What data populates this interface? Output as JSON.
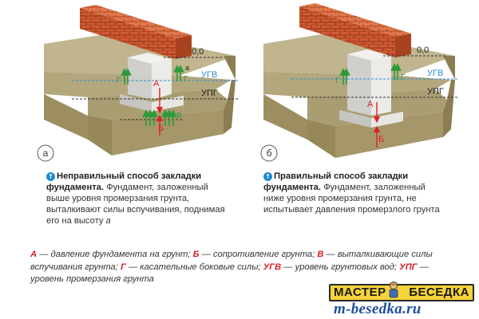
{
  "diagram": {
    "left": {
      "badge": "а",
      "labels": {
        "ground_zero": "0,0",
        "ugv": "УГВ",
        "upg": "УПГ",
        "a_small": "а",
        "A": "А",
        "B": "Б",
        "V": "В",
        "G_left": "Г",
        "G_right": "Г"
      }
    },
    "right": {
      "badge": "б",
      "labels": {
        "ground_zero": "0,0",
        "ugv": "УГВ",
        "upg": "УПГ",
        "A": "А",
        "B": "Б",
        "G_left": "Г",
        "G_right": "Г"
      }
    },
    "colors": {
      "soil_top": "#b6ab83",
      "soil_front": "#a29367",
      "soil_side": "#8e8058",
      "concrete": "#e4e4e2",
      "brick": "#d0552d",
      "red": "#e02020",
      "green": "#2e9a3a",
      "blue": "#2a8fd6"
    }
  },
  "captions": {
    "left": {
      "title": "Неправильный способ закладки фундамента.",
      "body": " Фундамент, заложенный выше уровня промерзания грунта, выталкивают силы вспучивания, поднимая его на высоту ",
      "var": "а"
    },
    "right": {
      "title": "Правильный способ закладки фундамента.",
      "body": " Фундамент, заложенный ниже уровня промерзания грунта, не испытывает давления промерзлого грунта"
    }
  },
  "legend": [
    {
      "key": "А",
      "text": " — давление фундамента на грунт; "
    },
    {
      "key": "Б",
      "text": " — сопротивление грунта; "
    },
    {
      "key": "В",
      "text": " — выталкивающие силы вспучивания грунта; "
    },
    {
      "key": "Г",
      "text": " — касательные боковые силы; "
    },
    {
      "key": "УГВ",
      "text": " — уровень грунтовых вод; "
    },
    {
      "key": "УПГ",
      "text": " — уровень промерзания грунта"
    }
  ],
  "logo": {
    "left_word": "МАСТЕР",
    "right_word": "БЕСЕДКА",
    "url": "m-besedka.ru"
  }
}
